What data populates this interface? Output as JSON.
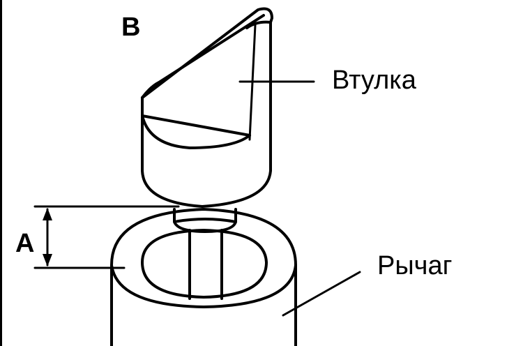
{
  "labels": {
    "view": "B",
    "dimension": "A",
    "sleeve": "Втулка",
    "lever": "Рычаг"
  },
  "colors": {
    "ink": "#000000",
    "background": "#ffffff"
  }
}
